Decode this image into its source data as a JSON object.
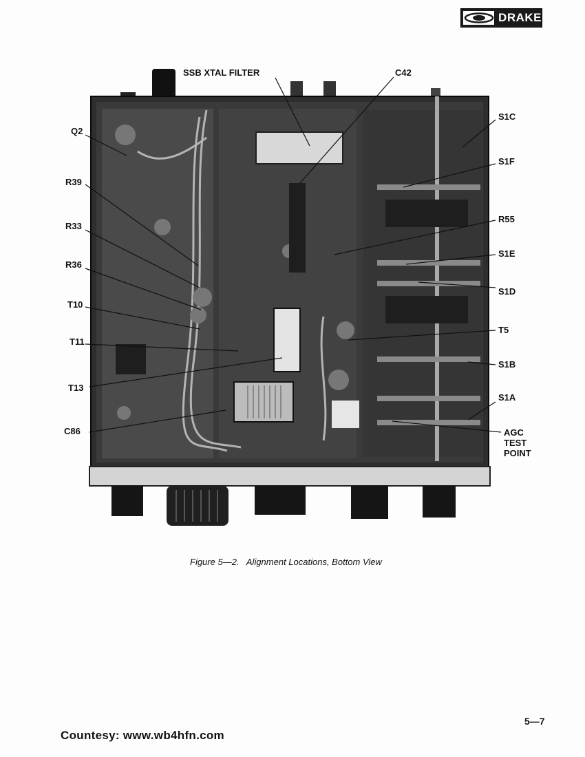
{
  "logo": {
    "brand": "DRAKE",
    "emblem": "oval-emblem-icon"
  },
  "figure": {
    "labels": {
      "ssb_xtal_filter": "SSB XTAL FILTER",
      "c42": "C42",
      "q2": "Q2",
      "r39": "R39",
      "r33": "R33",
      "r36": "R36",
      "t10": "T10",
      "t11": "T11",
      "t13": "T13",
      "c86": "C86",
      "s1c": "S1C",
      "s1f": "S1F",
      "r55": "R55",
      "s1e": "S1E",
      "s1d": "S1D",
      "t5": "T5",
      "s1b": "S1B",
      "s1a": "S1A",
      "agc_line1": "AGC",
      "agc_line2": "TEST",
      "agc_line3": "POINT"
    },
    "caption": "Figure 5—2.   Alignment Locations, Bottom View"
  },
  "page_number": "5—7",
  "courtesy": "Countesy: www.wb4hfn.com"
}
